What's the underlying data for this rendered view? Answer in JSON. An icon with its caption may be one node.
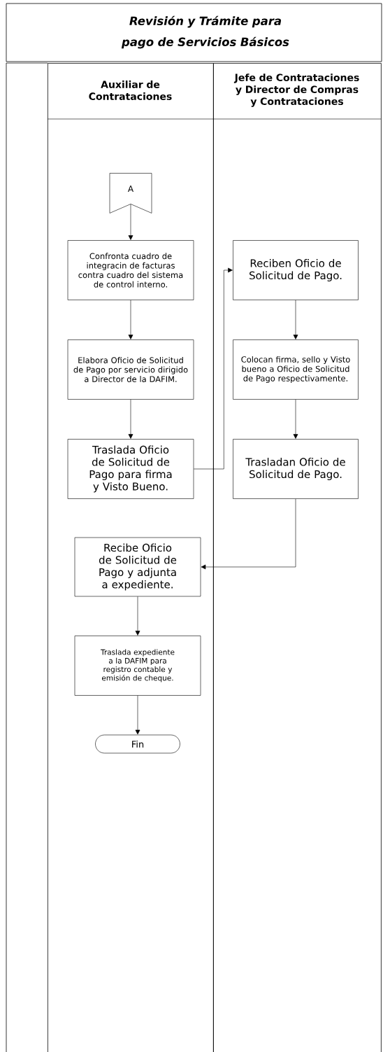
{
  "diagram": {
    "title": "Revisión y Trámite para pago de Servicios Básicos",
    "nodes": [
      {
        "text": [
          "Auxiliar de Contrataciones"
        ]
      },
      {
        "text": [
          "Jefe de Contrataciones y Director de Compras y Contrataciones"
        ]
      },
      {
        "text": [
          "A"
        ],
        "in": 0
      },
      {
        "text": [
          "Confronta cuadro de integracin de facturas contra cuadro del sistema de control interno."
        ],
        "in": 0
      },
      {
        "text": [
          "Elabora Oficio de Solicitud de Pago por servicio dirigido a Director de la DAFIM."
        ],
        "in": 0
      },
      {
        "text": [
          "Traslada Oficio de Solicitud de Pago para firma y Visto Bueno."
        ],
        "in": 0
      },
      {
        "text": [
          "Reciben Oficio de Solicitud de Pago."
        ],
        "in": 1
      },
      {
        "text": [
          "Colocan firma, sello y Visto bueno  a Oficio de Solicitud de Pago respectivamente."
        ],
        "in": 1
      },
      {
        "text": [
          "Trasladan Oficio de Solicitud de Pago."
        ],
        "in": 1
      },
      {
        "text": [
          "Recibe Oficio de Solicitud de Pago y adjunta a expediente."
        ],
        "in": 0
      },
      {
        "text": [
          "Traslada expediente a la DAFIM para registro contable y emisión de cheque."
        ],
        "in": 0
      },
      {
        "text": [
          "Fin"
        ],
        "in": 0
      }
    ],
    "edges": [
      {
        "from": 2,
        "to": 3,
        "arrow": "to"
      },
      {
        "from": 3,
        "to": 4,
        "arrow": "to"
      },
      {
        "from": 4,
        "to": 5,
        "arrow": "to"
      },
      {
        "from": 5,
        "to": 6,
        "arrow": "to"
      },
      {
        "from": 6,
        "to": 7,
        "arrow": "to"
      },
      {
        "from": 7,
        "to": 8,
        "arrow": "to"
      },
      {
        "from": 8,
        "to": 9,
        "arrow": "to"
      },
      {
        "from": 9,
        "to": 10,
        "arrow": "to"
      },
      {
        "from": 10,
        "to": 11,
        "arrow": "to"
      }
    ]
  }
}
